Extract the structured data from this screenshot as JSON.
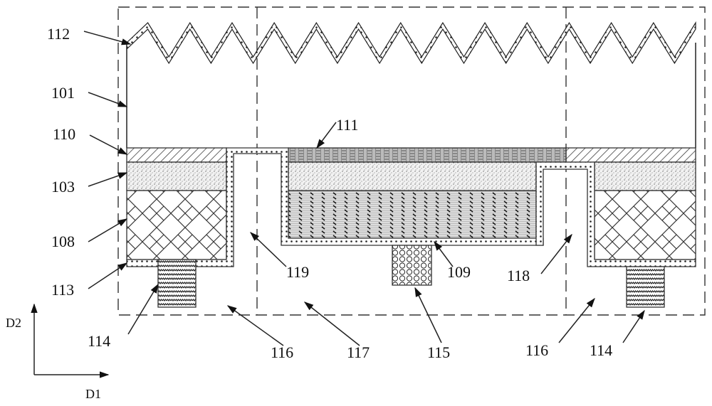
{
  "labels": {
    "l112": "112",
    "l101": "101",
    "l110": "110",
    "l103": "103",
    "l108": "108",
    "l113": "113",
    "l114a": "114",
    "l116a": "116",
    "l117": "117",
    "l115": "115",
    "l116b": "116",
    "l114b": "114",
    "l119": "119",
    "l109": "109",
    "l118": "118",
    "l111": "111"
  },
  "axes": {
    "vertical": "D2",
    "horizontal": "D1"
  }
}
